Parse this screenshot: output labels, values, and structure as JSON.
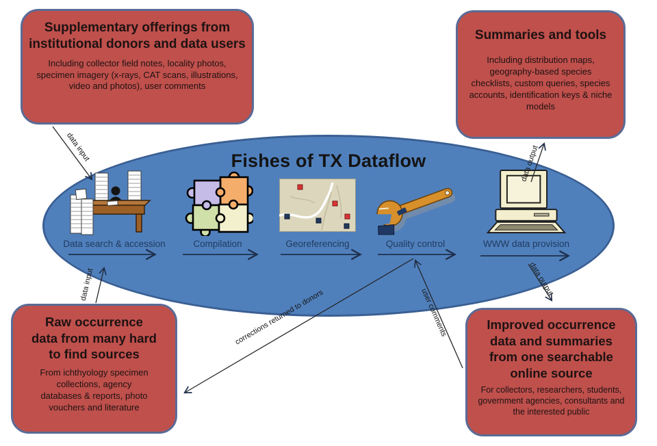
{
  "title": "Fishes of TX Dataflow",
  "colors": {
    "ellipse_fill": "#5080bc",
    "ellipse_border": "#3a5f93",
    "box_fill": "#bf504c",
    "box_border": "#5a6b96",
    "arrow": "#1f2f4c",
    "step_label": "#1f3a5f"
  },
  "boxes": {
    "top_left": {
      "heading": "Supplementary offerings from institutional donors and data users",
      "body": "Including collector field notes, locality photos,  specimen imagery (x-rays, CAT scans, illustrations, video and photos), user comments"
    },
    "top_right": {
      "heading": "Summaries and tools",
      "body": "Including distribution maps, geography-based species checklists, custom queries, species accounts, identification keys & niche models"
    },
    "bottom_left": {
      "heading": "Raw occurrence data from many hard to find sources",
      "body": "From  ichthyology specimen collections, agency databases & reports, photo vouchers and literature"
    },
    "bottom_right": {
      "heading": "Improved occurrence data and summaries from one searchable online source",
      "body": "For collectors, researchers, students, government agencies, consultants and the  interested public"
    }
  },
  "steps": [
    {
      "label": "Data search & accession",
      "icon": "desk-papers-icon"
    },
    {
      "label": "Compilation",
      "icon": "puzzle-icon"
    },
    {
      "label": "Georeferencing",
      "icon": "map-icon"
    },
    {
      "label": "Quality control",
      "icon": "wrench-icon"
    },
    {
      "label": "WWW data provision",
      "icon": "computer-icon"
    }
  ],
  "flow_labels": {
    "data_input_top": "data input",
    "data_input_bottom": "data input",
    "data_output_top": "data output",
    "data_output_bottom": "data output",
    "corrections": "corrections returned to donors",
    "user_comments": "user comments"
  },
  "connectors": [
    {
      "from": "supplementary-offerings-box",
      "to": "data-search-accession",
      "label": "data input"
    },
    {
      "from": "raw-occurrence-box",
      "to": "data-search-accession",
      "label": "data input"
    },
    {
      "from": "www-data-provision",
      "to": "summaries-tools-box",
      "label": "data output"
    },
    {
      "from": "www-data-provision",
      "to": "improved-occurrence-box",
      "label": "data output"
    },
    {
      "from": "quality-control",
      "to": "raw-occurrence-box",
      "label": "corrections returned to donors"
    },
    {
      "from": "improved-occurrence-box",
      "to": "quality-control",
      "label": "user comments"
    }
  ]
}
